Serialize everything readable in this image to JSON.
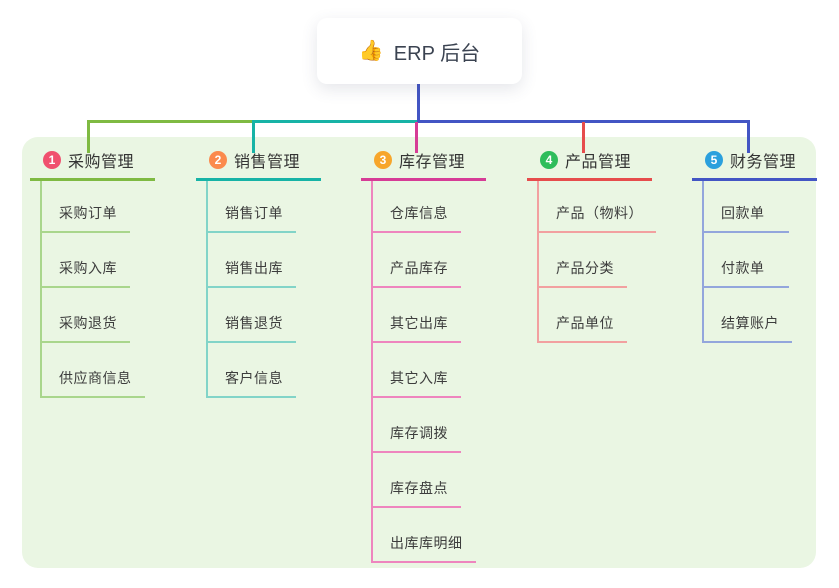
{
  "root": {
    "icon": "👍",
    "label": "ERP 后台"
  },
  "canvas": {
    "background": "#FFFFFF",
    "panel_color": "#EAF6E3"
  },
  "connector": {
    "root_color": "#4355C4"
  },
  "branches": [
    {
      "num": "1",
      "label": "采购管理",
      "badge_color": "#F0506E",
      "line_color": "#7FBA42",
      "sub_line_color": "#A9D68C",
      "children": [
        "采购订单",
        "采购入库",
        "采购退货",
        "供应商信息"
      ]
    },
    {
      "num": "2",
      "label": "销售管理",
      "badge_color": "#FB8A4D",
      "line_color": "#17B3A6",
      "sub_line_color": "#82D4C8",
      "children": [
        "销售订单",
        "销售出库",
        "销售退货",
        "客户信息"
      ]
    },
    {
      "num": "3",
      "label": "库存管理",
      "badge_color": "#F7A62B",
      "line_color": "#D63C96",
      "sub_line_color": "#EE85BE",
      "children": [
        "仓库信息",
        "产品库存",
        "其它出库",
        "其它入库",
        "库存调拨",
        "库存盘点",
        "出库库明细"
      ]
    },
    {
      "num": "4",
      "label": "产品管理",
      "badge_color": "#2EBD5B",
      "line_color": "#E64C4C",
      "sub_line_color": "#F2A0A0",
      "children": [
        "产品（物料）",
        "产品分类",
        "产品单位"
      ]
    },
    {
      "num": "5",
      "label": "财务管理",
      "badge_color": "#2BA0DD",
      "line_color": "#4355C4",
      "sub_line_color": "#93A6DC",
      "children": [
        "回款单",
        "付款单",
        "结算账户"
      ]
    }
  ]
}
